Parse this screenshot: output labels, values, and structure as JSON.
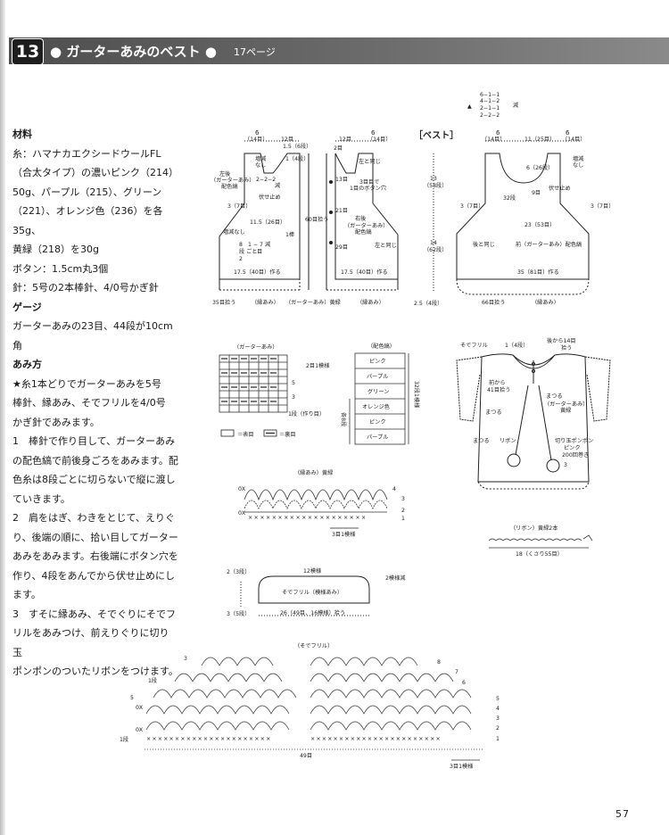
{
  "header": {
    "number": "13",
    "title": "ガーターあみのベスト",
    "page_ref": "17ページ"
  },
  "left": {
    "materials_head": "材料",
    "materials_lines": [
      "糸：ハマナカエクシードウールFL",
      "（合太タイプ）の濃いピンク（214）",
      "50g、パープル（215）、グリーン",
      "（221）、オレンジ色（236）を各35g、",
      "黄緑（218）を30g",
      "ボタン：1.5cm丸3個",
      "針：5号の2本棒針、4/0号かぎ針"
    ],
    "gauge_head": "ゲージ",
    "gauge_lines": [
      "ガーターあみの23目、44段が10cm",
      "角"
    ],
    "method_head": "あみ方",
    "method_lines": [
      "★糸1本どりでガーターあみを5号",
      "棒針、縁あみ、そでフリルを4/0号",
      "かぎ針であみます。",
      "1　棒針で作り目して、ガーターあみ",
      "の配色縞で前後身ごろをあみます。配",
      "色糸は8段ごとに切らないで縦に渡し",
      "ていきます。",
      "2　肩をはぎ、わきをとじて、えりぐ",
      "り、後端の順に、拾い目してガーター",
      "あみをあみます。右後端にボタン穴を",
      "作り、4段をあんでから伏せ止めにし",
      "ます。",
      "3　すそに縁あみ、そでぐりにそでフ",
      "リルをあみつけ、前えりぐりに切り玉",
      "ポンポンのついたリボンをつけます。"
    ]
  },
  "back_left": {
    "top_w": "6",
    "top_w2": "（14目）",
    "neck": "12目",
    "neck_inc": "1.5（6段）",
    "inc_note1": "増減",
    "inc_note2": "なし",
    "seq1": "2−2−2",
    "seq2": "減",
    "part": "左後",
    "part2": "（ガーターあみ）",
    "part3": "配色縞",
    "bind_off": "伏せ止め",
    "h1": "3（7目）",
    "h2": "11.5（26目）",
    "inc_side": "増減なし",
    "seq3": "8",
    "seq4": "1 − 7 減",
    "seq5": "段 ごと",
    "seq6": "目",
    "seq7": "2",
    "stitch": "17.5（40目）作る",
    "pickup": "60目拾う",
    "band": "1棒",
    "rows": "1（4段）",
    "bottom": "35目拾う",
    "bottom2": "（縁あみ）"
  },
  "back_right": {
    "top_w": "6",
    "top_w2": "（14目）",
    "neck": "12目",
    "n2": "2目",
    "same": "左と同じ",
    "btn1": "3目目で",
    "btn2": "1目のボタン穴",
    "r13": "13目",
    "r21": "21目",
    "r29": "29目",
    "part": "右後",
    "part2": "（ガーターあみ）",
    "part3": "配色縞",
    "same2": "左と同じ",
    "stitch": "17.5（40目）作る",
    "bottom": "（ガーターあみ）黄緑",
    "bottom2": "（縁あみ）"
  },
  "vest": {
    "label": "［ベスト］",
    "seq": [
      "6−1−1",
      "4−1−2",
      "2−1−1",
      "2−2−2"
    ],
    "dec": "減",
    "top_w": "6",
    "top_w2": "（14目）",
    "neck": "11（25目）",
    "top_w3": "6",
    "top_w4": "（14目）",
    "inc1": "増減",
    "inc2": "なし",
    "r1": "6（26段）",
    "bind": "伏せ止め",
    "r2": "9目",
    "r3": "32段",
    "h_left": "3（7目）",
    "h_right": "3（7目）",
    "mid": "23（53目）",
    "back_same": "後と同じ",
    "front": "前（ガーターあみ）配色縞",
    "width": "35（81目）作る",
    "bottom": "66目拾う",
    "bottom2": "（縁あみ）",
    "height1": "13",
    "height1b": "（58段）",
    "height2": "14",
    "height2b": "（62段）",
    "band": "2.5（4段）"
  },
  "garter_chart": {
    "title": "（ガーターあみ）",
    "rows": [
      "5",
      "3",
      "1段（作り目）"
    ],
    "pattern": "2目1模様",
    "legend1": "＝表目",
    "legend2": "＝裏目"
  },
  "color_chart": {
    "title": "（配色縞）",
    "colors": [
      "ピンク",
      "パープル",
      "グリーン",
      "オレンジ色",
      "ピンク",
      "パープル"
    ],
    "rows": "各8段",
    "repeat": "32段1模様"
  },
  "edge_chart": {
    "title": "（縁あみ）黄緑",
    "rows": [
      "4",
      "3",
      "2",
      "1"
    ],
    "rep": "3目1模様",
    "ox1": "0X",
    "ox2": "0X"
  },
  "garment": {
    "sleeve_frill": "そでフリル",
    "rows": "1（4段）",
    "back14": "後から14目",
    "pickup": "拾う",
    "front41": "前から",
    "front41b": "41目拾う",
    "matsuru": "まつる",
    "garter": "（ガーターあみ）",
    "yellowgreen": "黄緑",
    "ribbon": "リボン",
    "pompom1": "切り玉ポンポン",
    "pompom2": "ピンク",
    "pompom3": "200回巻き",
    "three": "3"
  },
  "ribbon_chart": {
    "title": "（リボン）黄緑2本",
    "length": "18（くさり55目）"
  },
  "frill_schematic": {
    "top": "12模様",
    "label": "そでフリル（模様あみ）",
    "right": "2模様減",
    "bottom": "26（49目、16模様）拾う",
    "left_top": "2（3段）",
    "left_bottom": "3（5段）"
  },
  "frill_chart": {
    "title": "（そでフリル）",
    "left_rows": [
      "3",
      "1段",
      "5",
      "0X",
      "0X",
      "1段"
    ],
    "right_rows": [
      "8",
      "7",
      "6",
      "5",
      "4",
      "3",
      "2",
      "1"
    ],
    "total": "49目",
    "rep": "3目1模様"
  },
  "page_number": "57"
}
